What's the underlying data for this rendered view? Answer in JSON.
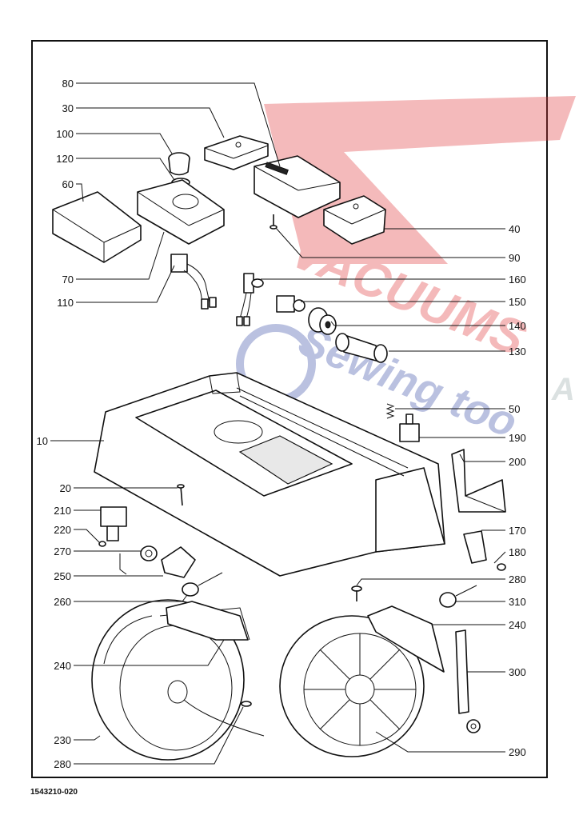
{
  "document_number": "1543210-020",
  "watermark": {
    "brand": "VACUUMS",
    "tagline": "Sewing too",
    "extra": "A",
    "color_red": "#e0393b",
    "color_blue": "#3b4fa8"
  },
  "callouts": {
    "c80": "80",
    "c30": "30",
    "c100": "100",
    "c120": "120",
    "c60": "60",
    "c70": "70",
    "c110": "110",
    "c40": "40",
    "c90": "90",
    "c160": "160",
    "c150": "150",
    "c140": "140",
    "c130": "130",
    "c50": "50",
    "c190": "190",
    "c10": "10",
    "c200": "200",
    "c20": "20",
    "c210": "210",
    "c220": "220",
    "c170": "170",
    "c270": "270",
    "c180": "180",
    "c250": "250",
    "c280a": "280",
    "c260": "260",
    "c310": "310",
    "c240a": "240",
    "c240b": "240",
    "c300": "300",
    "c230": "230",
    "c280b": "280",
    "c290": "290"
  }
}
